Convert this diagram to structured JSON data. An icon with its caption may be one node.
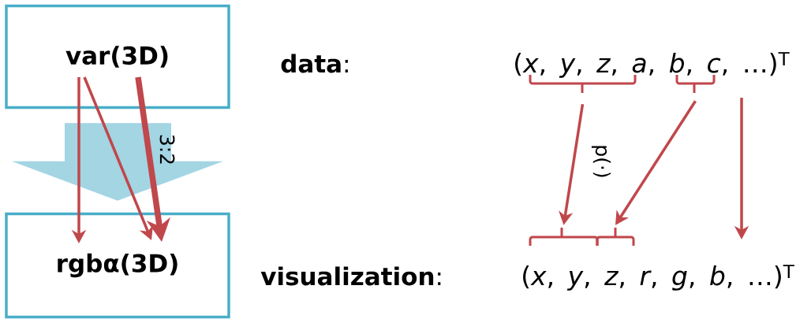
{
  "diagram": {
    "nodes": [
      {
        "text": [
          "var(3D)"
        ]
      },
      {
        "text": [
          "rgbα(3D)"
        ]
      },
      {
        "text": [
          "(*x*, *y*, *z*, *a*, *b*, *c*, …)$^{T}$"
        ]
      },
      {
        "text": [],
        "shape": "bracket"
      },
      {
        "text": [],
        "shape": "bracket"
      },
      {
        "text": [
          "(*x*, *y*, *z*, *r*, *g*, *b*, …)$^{T}$"
        ]
      },
      {
        "text": [],
        "shape": "bracket"
      },
      {
        "text": [],
        "shape": "bracket"
      }
    ],
    "edges": [
      {
        "from": 0,
        "to": 1,
        "arrow": "to",
        "color": "#a3d5e3"
      },
      {
        "from": 0,
        "to": 1,
        "arrow": "to"
      },
      {
        "from": 0,
        "to": 1,
        "arrow": "to"
      },
      {
        "from": 0,
        "to": 1,
        "arrow": "to",
        "style": "thick",
        "label": "3:2"
      },
      {
        "from": 3,
        "to": 6,
        "arrow": "to",
        "label": "p(·)"
      },
      {
        "from": 4,
        "to": 7,
        "arrow": "to"
      },
      {
        "from": 2,
        "to": 5,
        "arrow": "to"
      }
    ],
    "labels": [
      "**data**:",
      "**visualization**:"
    ]
  }
}
